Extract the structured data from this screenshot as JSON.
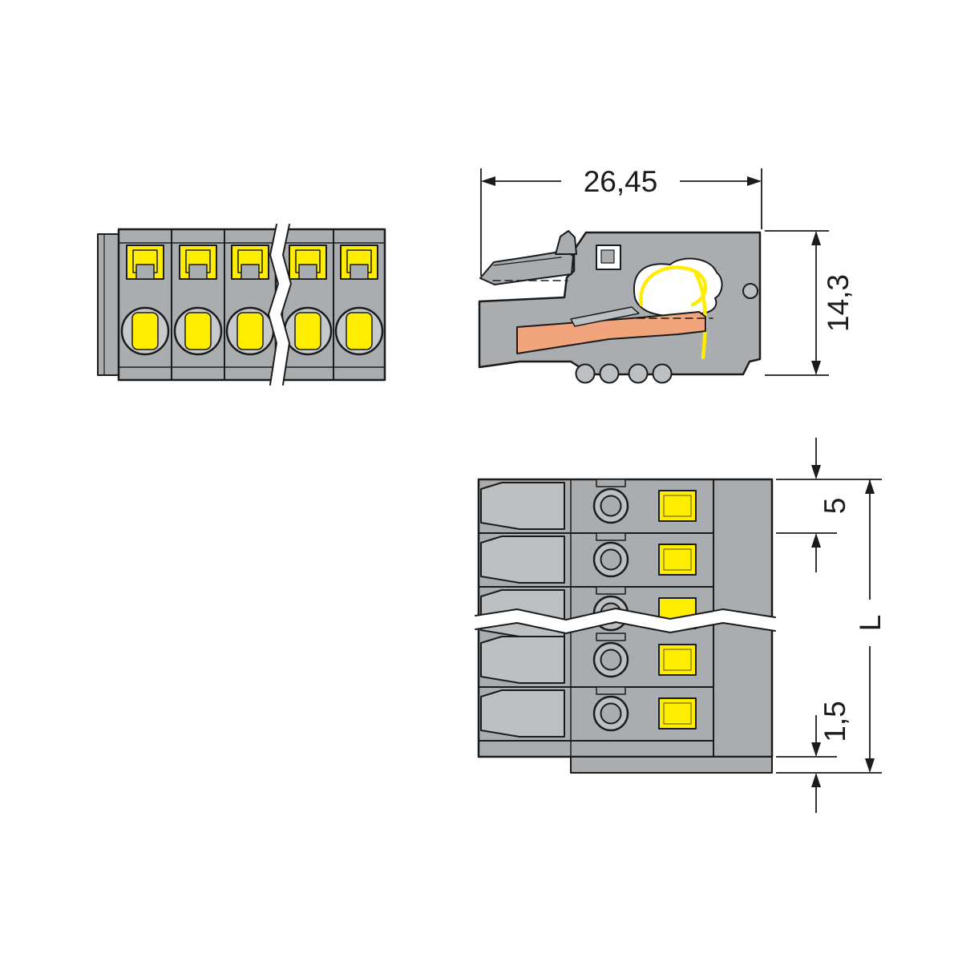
{
  "drawing": {
    "type": "connector-technical-drawing",
    "views": {
      "front": {
        "poles_visible": 5
      },
      "side": {
        "sectioned": true
      },
      "top": {
        "poles_visible": 5
      }
    },
    "dimensions": {
      "side_width": "26,45",
      "side_height": "14,3",
      "pole_pitch": "5",
      "total_length": "L",
      "bottom_offset": "1,5"
    },
    "colors": {
      "background": "#ffffff",
      "body_gray": "#a9adaf",
      "body_gray_light": "#bcc0c2",
      "circle_gray": "#c6cacc",
      "accent_yellow": "#ffed00",
      "busbar_orange": "#f2a47c",
      "outline_black": "#1b1b1b"
    }
  }
}
